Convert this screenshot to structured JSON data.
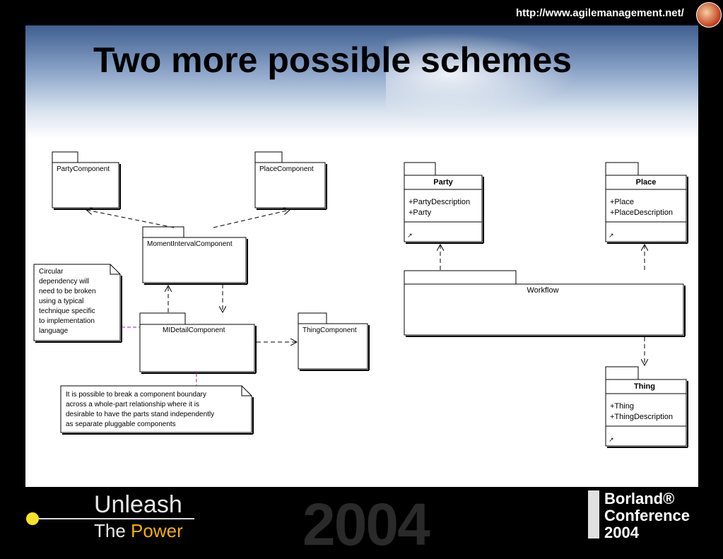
{
  "header": {
    "url": "http://www.agilemanagement.net/",
    "logo_icon": "agile-management-logo-icon"
  },
  "slide": {
    "title": "Two more possible schemes"
  },
  "left_diagram": {
    "packages": [
      {
        "id": "party",
        "label": "PartyComponent"
      },
      {
        "id": "place",
        "label": "PlaceComponent"
      },
      {
        "id": "mi",
        "label": "MomentIntervalComponent"
      },
      {
        "id": "mid",
        "label": "MIDetailComponent"
      },
      {
        "id": "thing",
        "label": "ThingComponent"
      }
    ],
    "note_circular": [
      "Circular",
      "dependency will",
      "need to be broken",
      "using a typical",
      "technique specific",
      "to implementation",
      "language"
    ],
    "note_boundary": [
      "It is possible to break a component boundary",
      "across a whole-part relationship where it is",
      "desirable to have the parts stand independently",
      "as separate pluggable components"
    ]
  },
  "right_diagram": {
    "classes": [
      {
        "id": "party",
        "name": "Party",
        "attributes": [
          "+PartyDescription",
          "+Party"
        ]
      },
      {
        "id": "place",
        "name": "Place",
        "attributes": [
          "+Place",
          "+PlaceDescription"
        ]
      },
      {
        "id": "thing",
        "name": "Thing",
        "attributes": [
          "+Thing",
          "+ThingDescription"
        ]
      }
    ],
    "package": {
      "label": "Workflow"
    }
  },
  "footer": {
    "unleash": "Unleash",
    "the": "The ",
    "power": "Power",
    "year": "2004",
    "brand_line1": "Borland®",
    "brand_line2": "Conference",
    "brand_line3": "2004",
    "accent_color": "#f5b000"
  }
}
